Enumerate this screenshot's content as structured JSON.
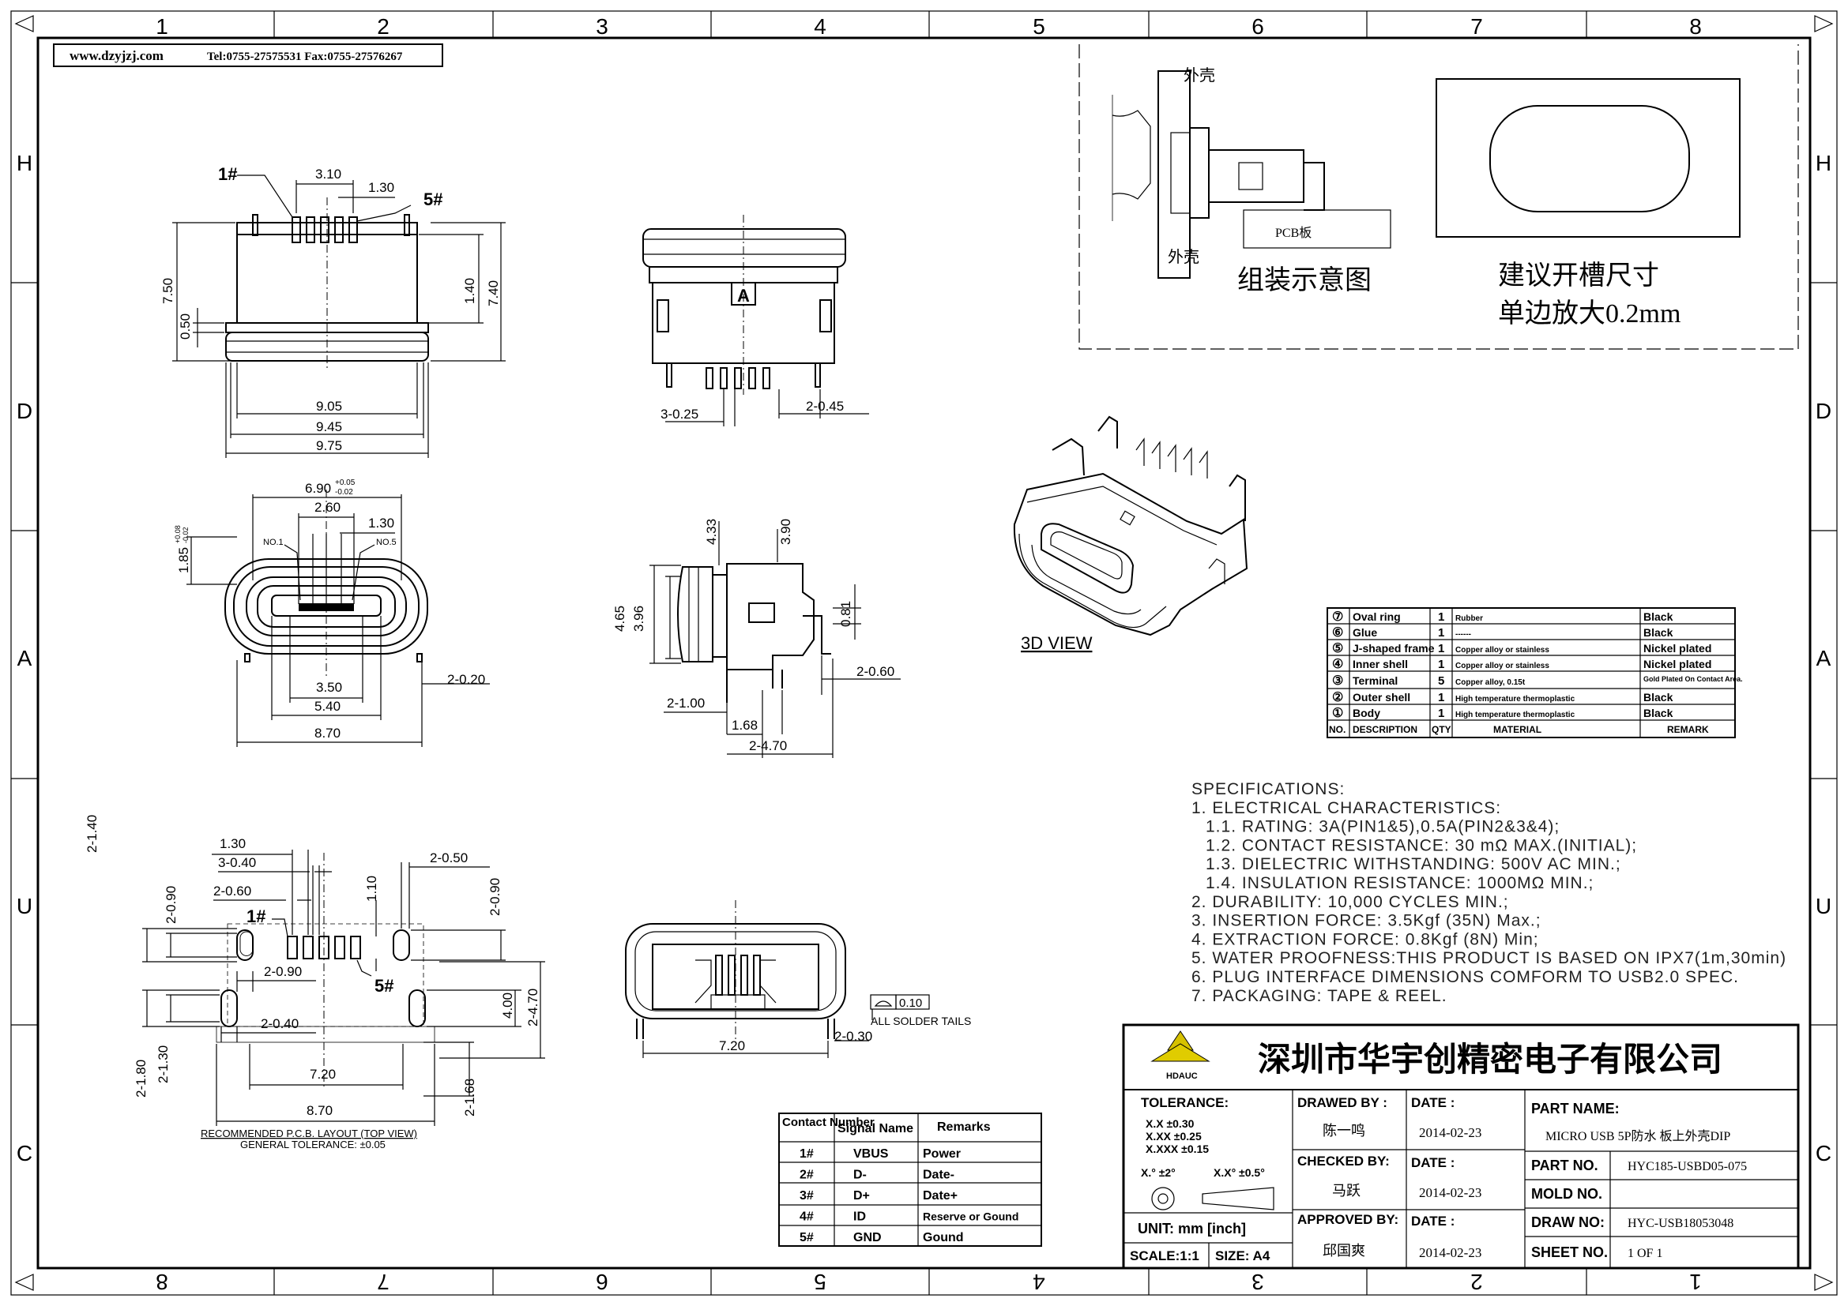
{
  "frame": {
    "col_numbers_top": [
      "1",
      "2",
      "3",
      "4",
      "5",
      "6",
      "7",
      "8"
    ],
    "col_numbers_bottom": [
      "8",
      "7",
      "6",
      "5",
      "4",
      "3",
      "2",
      "1"
    ],
    "row_letters": [
      "H",
      "D",
      "A",
      "U",
      "C"
    ]
  },
  "header": {
    "website": "www.dzyjzj.com",
    "contact": "Tel:0755-27575531 Fax:0755-27576267"
  },
  "top_view": {
    "pin1": "1#",
    "pin5": "5#",
    "d_310": "3.10",
    "d_130": "1.30",
    "d_750": "7.50",
    "d_050": "0.50",
    "d_140": "1.40",
    "d_740": "7.40",
    "d_905": "9.05",
    "d_945": "9.45",
    "d_975": "9.75"
  },
  "front_view": {
    "label_a": "A",
    "d_3x025": "3-0.25",
    "d_2x045": "2-0.45"
  },
  "face_view": {
    "d_690": "6.90",
    "d_690_tol_up": "+0.05",
    "d_690_tol_dn": "-0.02",
    "d_260": "2.60",
    "d_130": "1.30",
    "d_185": "1.85",
    "d_185_tol_up": "+0.08",
    "d_185_tol_dn": "-0.02",
    "no1": "NO.1",
    "no5": "NO.5",
    "d_350": "3.50",
    "d_540": "5.40",
    "d_870": "8.70",
    "d_2x020": "2-0.20"
  },
  "side_view": {
    "d_433": "4.33",
    "d_390": "3.90",
    "d_465": "4.65",
    "d_396": "3.96",
    "d_081": "0.81",
    "d_2x060": "2-0.60",
    "d_2x100": "2-1.00",
    "d_168": "1.68",
    "d_2x470": "2-4.70"
  },
  "pcb_layout": {
    "d_130": "1.30",
    "d_3x040": "3-0.40",
    "d_2x060": "2-0.60",
    "d_2x140": "2-1.40",
    "d_2x090": "2-0.90",
    "d_110": "1.10",
    "d_2x050": "2-0.50",
    "d_2x090r": "2-0.90",
    "pin1": "1#",
    "pin5": "5#",
    "d_2x090b": "2-0.90",
    "d_2x040": "2-0.40",
    "d_400": "4.00",
    "d_2x470": "2-4.70",
    "d_2x180": "2-1.80",
    "d_2x130": "2-1.30",
    "d_720": "7.20",
    "d_2x168": "2-1.68",
    "d_870": "8.70",
    "caption": "RECOMMENDED P.C.B. LAYOUT (TOP VIEW)",
    "tolerance": "GENERAL TOLERANCE: ±0.05"
  },
  "bottom_view": {
    "flatness": "0.10",
    "note": "ALL SOLDER TAILS",
    "d_720": "7.20",
    "d_2x030": "2-0.30"
  },
  "assembly_box": {
    "shell_top": "外壳",
    "shell_bottom": "外壳",
    "pcb": "PCB板",
    "title": "组装示意图",
    "slot_line1": "建议开槽尺寸",
    "slot_line2": "单边放大0.2mm"
  },
  "view3d": {
    "label": "3D VIEW"
  },
  "bom": {
    "headers": [
      "NO.",
      "DESCRIPTION",
      "QTY",
      "MATERIAL",
      "REMARK"
    ],
    "rows": [
      {
        "no": "⑦",
        "desc": "Oval ring",
        "qty": "1",
        "material": "Rubber",
        "remark": "Black"
      },
      {
        "no": "⑥",
        "desc": "Glue",
        "qty": "1",
        "material": "------",
        "remark": "Black"
      },
      {
        "no": "⑤",
        "desc": "J-shaped frame",
        "qty": "1",
        "material": "Copper alloy or stainless",
        "remark": "Nickel plated"
      },
      {
        "no": "④",
        "desc": "Inner shell",
        "qty": "1",
        "material": "Copper alloy or stainless",
        "remark": "Nickel plated"
      },
      {
        "no": "③",
        "desc": "Terminal",
        "qty": "5",
        "material": "Copper alloy, 0.15t",
        "remark": "Gold Plated On Contact Area."
      },
      {
        "no": "②",
        "desc": "Outer shell",
        "qty": "1",
        "material": "High temperature thermoplastic",
        "remark": "Black"
      },
      {
        "no": "①",
        "desc": "Body",
        "qty": "1",
        "material": "High temperature thermoplastic",
        "remark": "Black"
      }
    ]
  },
  "specifications": [
    "SPECIFICATIONS:",
    "1. ELECTRICAL CHARACTERISTICS:",
    "  1.1. RATING: 3A(PIN1&5),0.5A(PIN2&3&4);",
    "  1.2. CONTACT RESISTANCE: 30 mΩ MAX.(INITIAL);",
    "  1.3. DIELECTRIC WITHSTANDING: 500V AC MIN.;",
    "  1.4. INSULATION RESISTANCE: 1000MΩ MIN.;",
    "2. DURABILITY: 10,000 CYCLES MIN.;",
    "3. INSERTION FORCE: 3.5Kgf (35N) Max.;",
    "4. EXTRACTION FORCE: 0.8Kgf (8N) Min;",
    "5. WATER PROOFNESS:THIS PRODUCT IS BASED ON IPX7(1m,30min)",
    "6. PLUG INTERFACE DIMENSIONS COMFORM TO USB2.0 SPEC.",
    "7. PACKAGING: TAPE & REEL."
  ],
  "pin_table": {
    "headers": [
      "Contact Number",
      "Signal Name",
      "Remarks"
    ],
    "rows": [
      {
        "pin": "1#",
        "signal": "VBUS",
        "remark": "Power"
      },
      {
        "pin": "2#",
        "signal": "D-",
        "remark": "Date-"
      },
      {
        "pin": "3#",
        "signal": "D+",
        "remark": "Date+"
      },
      {
        "pin": "4#",
        "signal": "ID",
        "remark": "Reserve or Gound"
      },
      {
        "pin": "5#",
        "signal": "GND",
        "remark": "Gound"
      }
    ]
  },
  "title_block": {
    "company": "深圳市华宇创精密电子有限公司",
    "logo_text": "HDAUC",
    "tolerance_label": "TOLERANCE:",
    "tol": [
      "X.X   ±0.30",
      "X.XX  ±0.25",
      "X.XXX ±0.15"
    ],
    "angle1": "X.° ±2°",
    "angle2": "X.X° ±0.5°",
    "unit": "UNIT: mm [inch]",
    "scale": "SCALE:1:1",
    "size": "SIZE: A4",
    "drawn_by_label": "DRAWED BY :",
    "drawn_by": "陈一鸣",
    "checked_by_label": "CHECKED BY:",
    "checked_by": "马跃",
    "approved_by_label": "APPROVED BY:",
    "approved_by": "邱国爽",
    "date_label": "DATE :",
    "date1": "2014-02-23",
    "date2": "2014-02-23",
    "date3": "2014-02-23",
    "part_name_label": "PART NAME:",
    "part_name": "MICRO USB 5P防水 板上外壳DIP",
    "part_no_label": "PART NO.",
    "part_no": "HYC185-USBD05-075",
    "mold_no_label": "MOLD NO.",
    "mold_no": "",
    "draw_no_label": "DRAW NO:",
    "draw_no": "HYC-USB18053048",
    "sheet_no_label": "SHEET NO.",
    "sheet_no": "1 OF 1"
  }
}
